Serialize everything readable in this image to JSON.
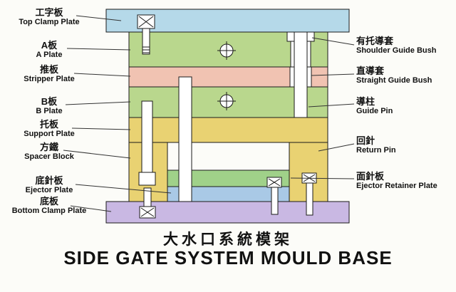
{
  "title": {
    "chinese": "大水口系統模架",
    "english": "SIDE GATE SYSTEM MOULD BASE"
  },
  "left_labels": [
    {
      "chinese": "工字板",
      "english": "Top Clamp Plate"
    },
    {
      "chinese": "A板",
      "english": "A Plate"
    },
    {
      "chinese": "推板",
      "english": "Stripper Plate"
    },
    {
      "chinese": "B板",
      "english": "B Plate"
    },
    {
      "chinese": "托板",
      "english": "Support Plate"
    },
    {
      "chinese": "方鐵",
      "english": "Spacer Block"
    },
    {
      "chinese": "底針板",
      "english": "Ejector Plate"
    },
    {
      "chinese": "底板",
      "english": "Bottom Clamp Plate"
    }
  ],
  "right_labels": [
    {
      "chinese": "有托導套",
      "english": "Shoulder Guide Bush"
    },
    {
      "chinese": "直導套",
      "english": "Straight Guide Bush"
    },
    {
      "chinese": "導柱",
      "english": "Guide Pin"
    },
    {
      "chinese": "回針",
      "english": "Return Pin"
    },
    {
      "chinese": "面針板",
      "english": "Ejector Retainer Plate"
    }
  ],
  "colors": {
    "top_clamp_plate": "#b5d9e9",
    "a_plate": "#b9d78d",
    "stripper_plate": "#f1c3b2",
    "b_plate": "#b9d78d",
    "support_plate": "#e9d272",
    "spacer_block": "#e9d272",
    "ejector_retainer_plate": "#a0d189",
    "ejector_plate": "#a9c9e6",
    "bottom_clamp_plate": "#c9b8e3"
  }
}
